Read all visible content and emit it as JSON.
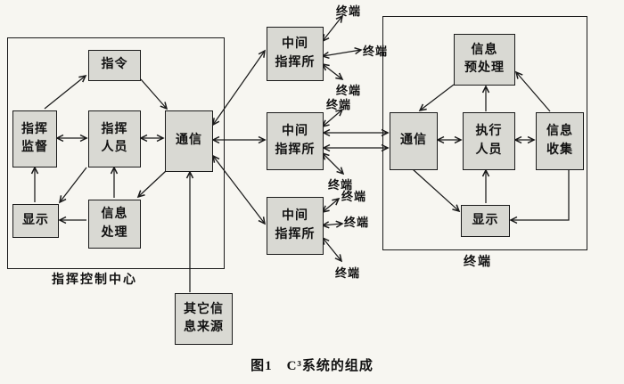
{
  "palette": {
    "background": "#f7f6f1",
    "box_fill": "#d9d9d3",
    "line": "#1a1a1a"
  },
  "caption": "图1　C³系统的组成",
  "command_center": {
    "frame_label": "指挥控制中心",
    "command": "指令",
    "supervision": "指挥\n监督",
    "personnel": "指挥\n人员",
    "comms": "通信",
    "display": "显示",
    "info_processing": "信息\n处理"
  },
  "intermediate_posts": [
    "中间\n指挥所",
    "中间\n指挥所",
    "中间\n指挥所"
  ],
  "terminal_labels": [
    "终端",
    "终端",
    "终端",
    "终端",
    "终端",
    "终端",
    "终端",
    "终端"
  ],
  "terminal_station": {
    "frame_label": "终端",
    "preprocessing": "信息\n预处理",
    "comms": "通信",
    "personnel": "执行\n人员",
    "collection": "信息\n收集",
    "display": "显示"
  },
  "other_sources": "其它信\n息来源"
}
